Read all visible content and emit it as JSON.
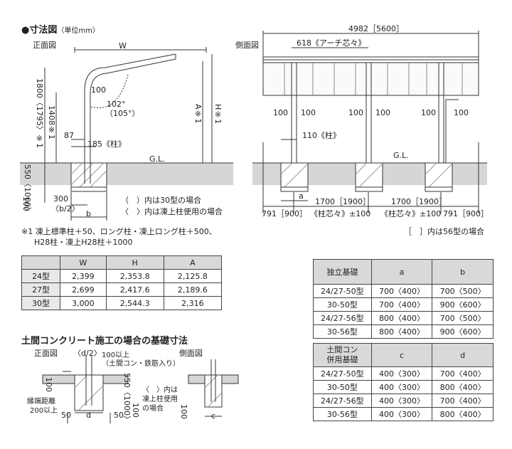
{
  "header": {
    "title": "●寸法図",
    "unit": "（単位mm）",
    "front_label": "正面図",
    "side_label": "側面図"
  },
  "front": {
    "w": "W",
    "d100": "100",
    "angle": "102°",
    "angle2": "（105°）",
    "d87": "87",
    "d185": "185《柱》",
    "gl": "G.L.",
    "a1": "A※1",
    "h1": "H※1",
    "h1800": "1800〈1795〉※1",
    "h1408": "1408※1",
    "d550": "550〈1000〉",
    "d100b": "100",
    "d300": "300",
    "b2": "〈b/2〉",
    "b": "b",
    "note1": "（　）内は30型の場合",
    "note2": "〈　〉内は凍上柱使用の場合"
  },
  "side": {
    "total": "4982［5600］",
    "arch": "618《アーチ芯々》",
    "p1l": "100",
    "p1r": "100",
    "p2l": "100",
    "p2r": "100",
    "p3l": "100",
    "p3r": "100",
    "d110": "110《柱》",
    "gl": "G.L.",
    "a": "a",
    "s1": "1700［1900］",
    "s2": "1700［1900］",
    "e1": "791［900］",
    "c1": "《柱芯々》±100",
    "c2": "《柱芯々》±100",
    "e2": "791［900］",
    "note": "［　］内は56型の場合"
  },
  "footnote": {
    "line1": "※1 凍上標準柱＋50、ロング柱・凍上ロング柱＋500、",
    "line2": "H28柱・凍上H28柱＋1000"
  },
  "dim_table": {
    "headers": [
      "",
      "W",
      "H",
      "A"
    ],
    "rows": [
      [
        "24型",
        "2,399",
        "2,353.8",
        "2,125.8"
      ],
      [
        "27型",
        "2,699",
        "2,417.6",
        "2,189.6"
      ],
      [
        "30型",
        "3,000",
        "2,544.3",
        "2,316"
      ]
    ]
  },
  "base_table": {
    "headers": [
      "独立基礎",
      "a",
      "b"
    ],
    "rows": [
      [
        "24/27-50型",
        "700〈400〉",
        "700〈500〉"
      ],
      [
        "30-50型",
        "700〈400〉",
        "900〈600〉"
      ],
      [
        "24/27-56型",
        "800〈400〉",
        "700〈500〉"
      ],
      [
        "30-56型",
        "800〈400〉",
        "900〈600〉"
      ]
    ]
  },
  "combo_table": {
    "header_line1": "土間コン",
    "header_line2": "併用基礎",
    "headers": [
      "c",
      "d"
    ],
    "rows": [
      [
        "24/27-50型",
        "400〈300〉",
        "700〈400〉"
      ],
      [
        "30-50型",
        "400〈300〉",
        "800〈400〉"
      ],
      [
        "24/27-56型",
        "400〈300〉",
        "700〈400〉"
      ],
      [
        "30-56型",
        "400〈300〉",
        "800〈400〉"
      ]
    ]
  },
  "concrete": {
    "title": "土間コンクリート施工の場合の基礎寸法",
    "front_label": "正面図",
    "side_label": "側面図",
    "d2": "〈d/2〉",
    "over100": "100以上",
    "rebar": "（土間コン・鉄筋入り）",
    "d100": "100",
    "d550": "550〈1000〉",
    "d100b": "100",
    "note1": "〈　〉内は",
    "note2": "凍上柱使用",
    "note3": "の場合",
    "edge1": "縁端距離",
    "edge2": "200以上",
    "d50a": "50",
    "d": "d",
    "d50b": "50",
    "c": "c",
    "v100": "100"
  },
  "colors": {
    "ground": "#d6d6d6",
    "line": "#333333"
  }
}
